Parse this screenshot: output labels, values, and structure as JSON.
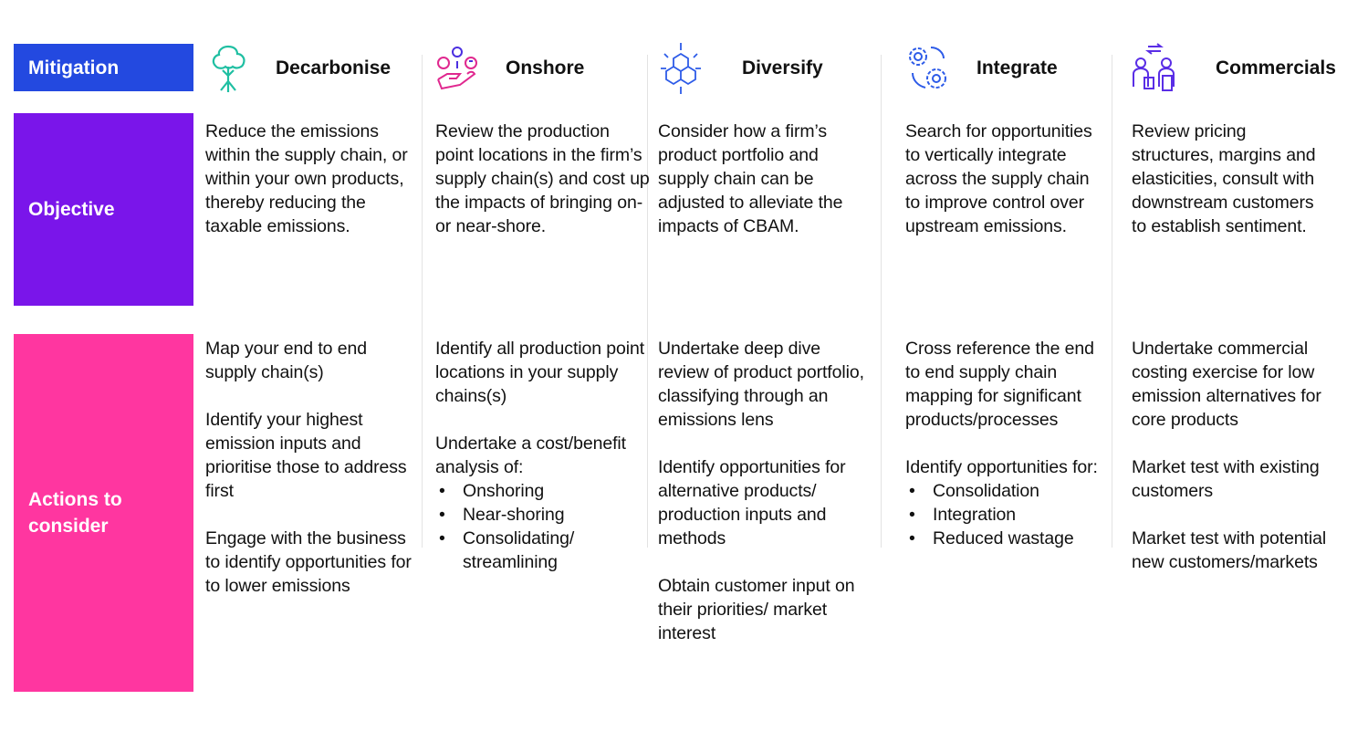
{
  "rows": {
    "mitigation": "Mitigation",
    "objective": "Objective",
    "actions": "Actions to consider"
  },
  "colors": {
    "mitigation": "#2349e0",
    "objective": "#7a15ea",
    "actions": "#ff36a0"
  },
  "columns": [
    {
      "title": "Decarbonise",
      "icon": "tree-icon",
      "objective": "Reduce the emissions within the supply chain, or within your own products, thereby reducing the taxable emissions.",
      "actions": [
        "Map your end to end supply chain(s)",
        "Identify your highest emission inputs and prioritise those to address first",
        "Engage with the business to identify opportunities for to lower emissions"
      ],
      "bullets": []
    },
    {
      "title": "Onshore",
      "icon": "hand-people-money-icon",
      "objective": "Review the production point locations in the firm’s supply chain(s) and cost up the impacts of bringing on- or near-shore.",
      "actions": [
        "Identify all production point locations in your supply chains(s)",
        "Undertake a cost/benefit analysis of:"
      ],
      "bullets": [
        "Onshoring",
        "Near-shoring",
        "Consolidating/ streamlining"
      ]
    },
    {
      "title": "Diversify",
      "icon": "cubes-arrows-icon",
      "objective": "Consider how a firm’s product portfolio and supply chain can be adjusted to alleviate the impacts of CBAM.",
      "actions": [
        "Undertake deep dive review of product portfolio, classifying through an emissions lens",
        "Identify opportunities for alternative products/ production inputs and methods",
        "Obtain customer input on their priorities/ market interest"
      ],
      "bullets": []
    },
    {
      "title": "Integrate",
      "icon": "gears-icon",
      "objective": "Search for opportunities to vertically integrate across the supply chain to improve control over upstream emissions.",
      "actions": [
        "Cross reference the end to end supply chain mapping for significant products/processes",
        "Identify opportunities for:"
      ],
      "bullets": [
        "Consolidation",
        "Integration",
        "Reduced wastage"
      ]
    },
    {
      "title": "Commercials",
      "icon": "people-exchange-icon",
      "objective": "Review pricing structures, margins and elasticities, consult with downstream customers to establish sentiment.",
      "actions": [
        "Undertake commercial costing exercise for low emission alternatives for core products",
        "Market test with existing customers",
        "Market test with potential new customers/markets"
      ],
      "bullets": []
    }
  ]
}
